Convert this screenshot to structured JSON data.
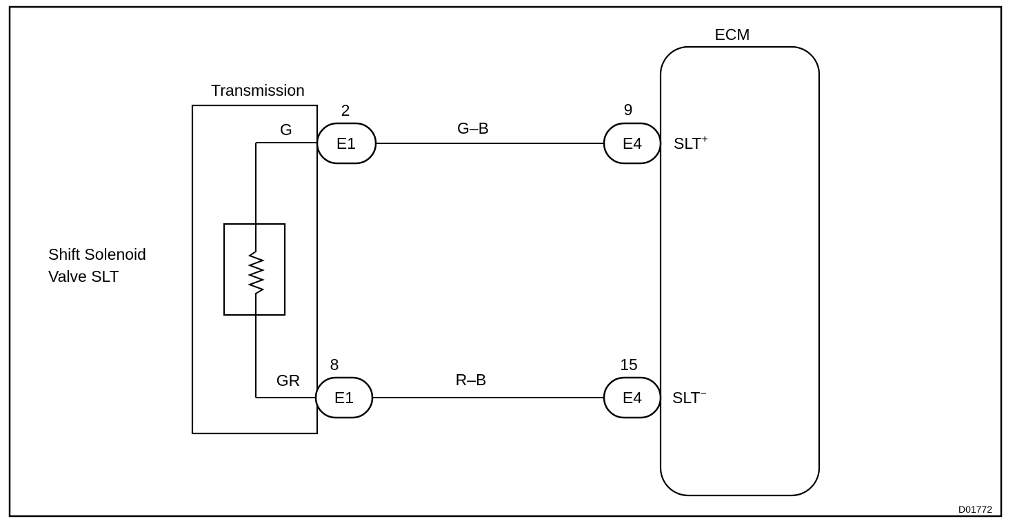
{
  "components": {
    "ecm_label": "ECM",
    "transmission_label": "Transmission",
    "solenoid_label_line1": "Shift Solenoid",
    "solenoid_label_line2": "Valve SLT"
  },
  "transmission_wires": {
    "top": "G",
    "bottom": "GR"
  },
  "connectors": {
    "e1_top": {
      "name": "E1",
      "pin": "2"
    },
    "e1_bottom": {
      "name": "E1",
      "pin": "8"
    },
    "e4_top": {
      "name": "E4",
      "pin": "9"
    },
    "e4_bottom": {
      "name": "E4",
      "pin": "15"
    }
  },
  "harness_wires": {
    "top": "G–B",
    "bottom": "R–B"
  },
  "ecm_terminals": {
    "top": {
      "name": "SLT",
      "sign": "+"
    },
    "bottom": {
      "name": "SLT",
      "sign": "−"
    }
  },
  "figure_code": "D01772"
}
